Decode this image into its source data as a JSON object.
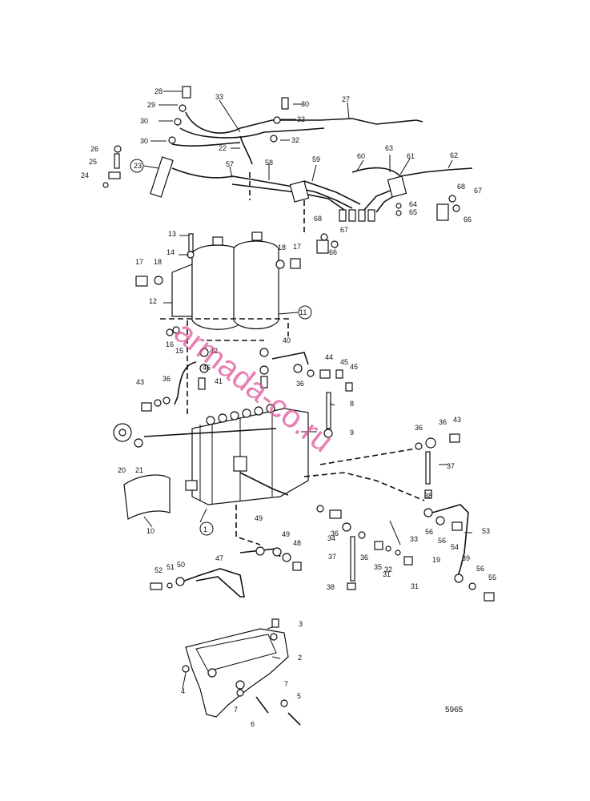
{
  "figure_number": "5965",
  "watermark": "armada-co.ru",
  "callouts": [
    "1",
    "2",
    "3",
    "4",
    "5",
    "6",
    "7",
    "7",
    "8",
    "9",
    "10",
    "11",
    "12",
    "13",
    "14",
    "15",
    "16",
    "17",
    "17",
    "18",
    "18",
    "19",
    "20",
    "21",
    "22",
    "23",
    "24",
    "25",
    "26",
    "27",
    "28",
    "29",
    "30",
    "30",
    "30",
    "31",
    "31",
    "32",
    "32",
    "32",
    "33",
    "33",
    "34",
    "35",
    "36",
    "36",
    "36",
    "36",
    "36",
    "36",
    "37",
    "37",
    "38",
    "38",
    "39",
    "40",
    "41",
    "42",
    "43",
    "43",
    "44",
    "45",
    "45",
    "46",
    "47",
    "48",
    "49",
    "49",
    "50",
    "51",
    "52",
    "53",
    "54",
    "55",
    "56",
    "56",
    "56",
    "57",
    "58",
    "59",
    "60",
    "61",
    "62",
    "63",
    "64",
    "65",
    "66",
    "66",
    "67",
    "67",
    "68",
    "68"
  ]
}
